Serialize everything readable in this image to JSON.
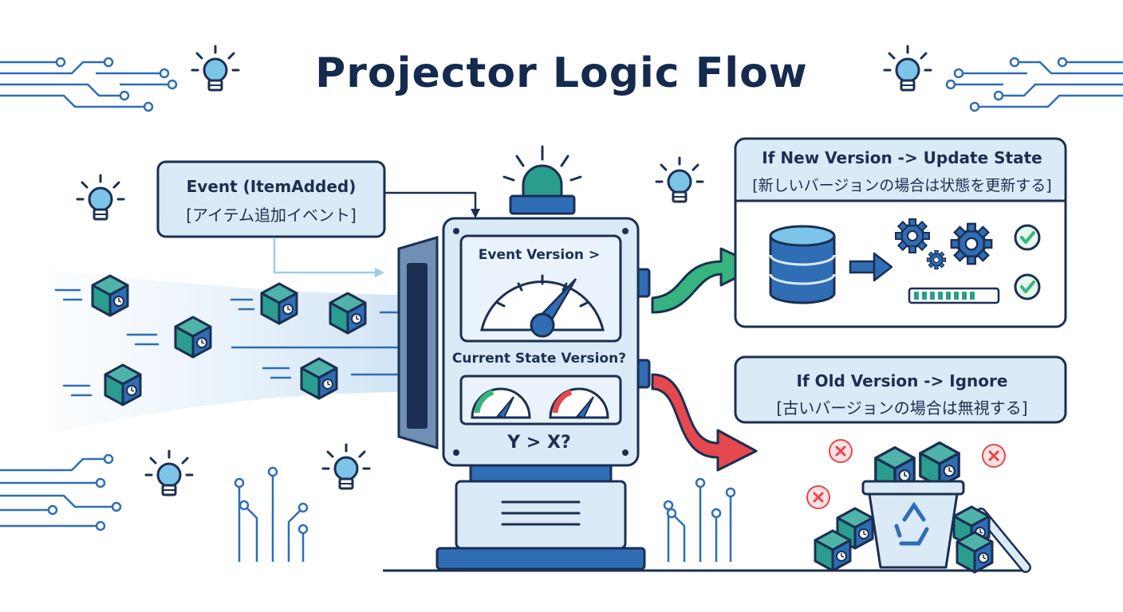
{
  "title": "Projector Logic Flow",
  "event_label": {
    "en": "Event (ItemAdded)",
    "ja": "[アイテム追加イベント]"
  },
  "machine": {
    "event_version_label": "Event Version >",
    "current_state_label": "Current State Version?",
    "comparison": "Y > X?"
  },
  "new_version_panel": {
    "en": "If New Version -> Update State",
    "ja": "[新しいバージョンの場合は状態を更新する]"
  },
  "old_version_panel": {
    "en": "If Old Version -> Ignore",
    "ja": "[古いバージョンの場合は無視する]"
  },
  "colors": {
    "navy": "#1b2f52",
    "blue": "#2f6db5",
    "light_blue": "#dbeaf7",
    "teal": "#2a9d8f",
    "green": "#36b37e",
    "red": "#e5484d",
    "bulb": "#7cc4e8"
  },
  "icons": [
    "lightbulb-icon",
    "circuit-icon",
    "event-cube-icon",
    "clock-icon",
    "database-icon",
    "gear-icon",
    "check-icon",
    "cross-icon",
    "recycle-bin-icon",
    "alarm-light-icon"
  ]
}
